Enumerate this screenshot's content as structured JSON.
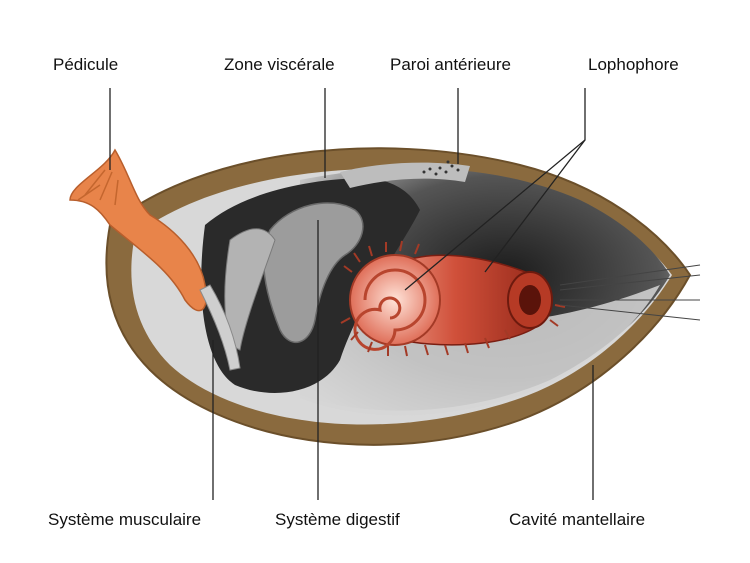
{
  "labels": {
    "pedicle": "Pédicule",
    "visceral_zone": "Zone viscérale",
    "anterior_wall": "Paroi antérieure",
    "lophophore": "Lophophore",
    "muscular_system": "Système musculaire",
    "digestive_system": "Système digestif",
    "mantle_cavity": "Cavité mantellaire"
  },
  "colors": {
    "shell": "#8a6a3e",
    "pedicle": "#e8844a",
    "lophophore": "#c8402c",
    "leader_line": "#222222"
  }
}
